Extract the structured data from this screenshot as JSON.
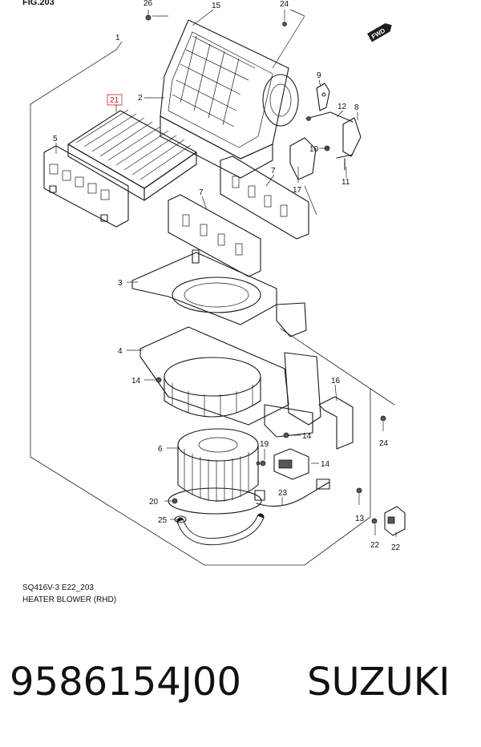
{
  "figure": {
    "fig_label": "FIG.203",
    "caption_code": "SQ416V-3 E22_203",
    "caption_title": "HEATER BLOWER (RHD)",
    "fwd_badge": "FWD",
    "callouts": [
      "26",
      "15",
      "24",
      "1",
      "9",
      "2",
      "21",
      "12",
      "8",
      "5",
      "10",
      "7",
      "17",
      "11",
      "7",
      "3",
      "4",
      "16",
      "14",
      "24",
      "14",
      "6",
      "19",
      "14",
      "20",
      "23",
      "13",
      "25",
      "22"
    ]
  },
  "footer": {
    "part_number": "9586154J00",
    "brand": "SUZUKI"
  }
}
